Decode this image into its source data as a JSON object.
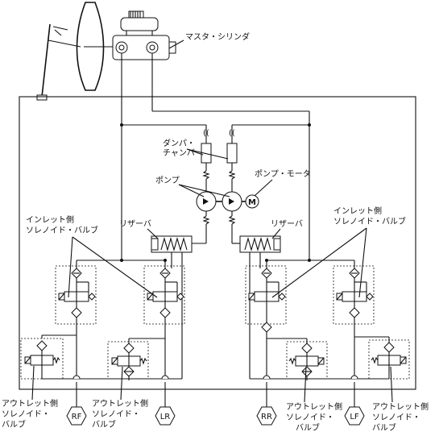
{
  "labels": {
    "master_cylinder": "マスタ・シリンダ",
    "damper_chamber_1": "ダンパ・",
    "damper_chamber_2": "チャンバ",
    "pump": "ポンプ",
    "pump_motor": "ポンプ・モータ",
    "motor_symbol": "M",
    "reservoir_left": "リザーバ",
    "reservoir_right": "リザーバ",
    "inlet_left_1": "インレット側",
    "inlet_left_2": "ソレノイド・バルブ",
    "inlet_right_1": "インレット側",
    "inlet_right_2": "ソレノイド・バルブ",
    "outlet_1_1": "アウトレット側",
    "outlet_1_2": "ソレノイド・",
    "outlet_1_3": "バルブ",
    "outlet_2_1": "アウトレット側",
    "outlet_2_2": "ソレノイド・",
    "outlet_2_3": "バルブ",
    "outlet_3_1": "アウトレット側",
    "outlet_3_2": "ソレノイド・",
    "outlet_3_3": "バルブ",
    "outlet_4_1": "アウトレット側",
    "outlet_4_2": "ソレノイド・",
    "outlet_4_3": "バルブ"
  },
  "wheels": [
    "RF",
    "LR",
    "RR",
    "LF"
  ],
  "colors": {
    "line": "#111111",
    "background": "#ffffff"
  }
}
